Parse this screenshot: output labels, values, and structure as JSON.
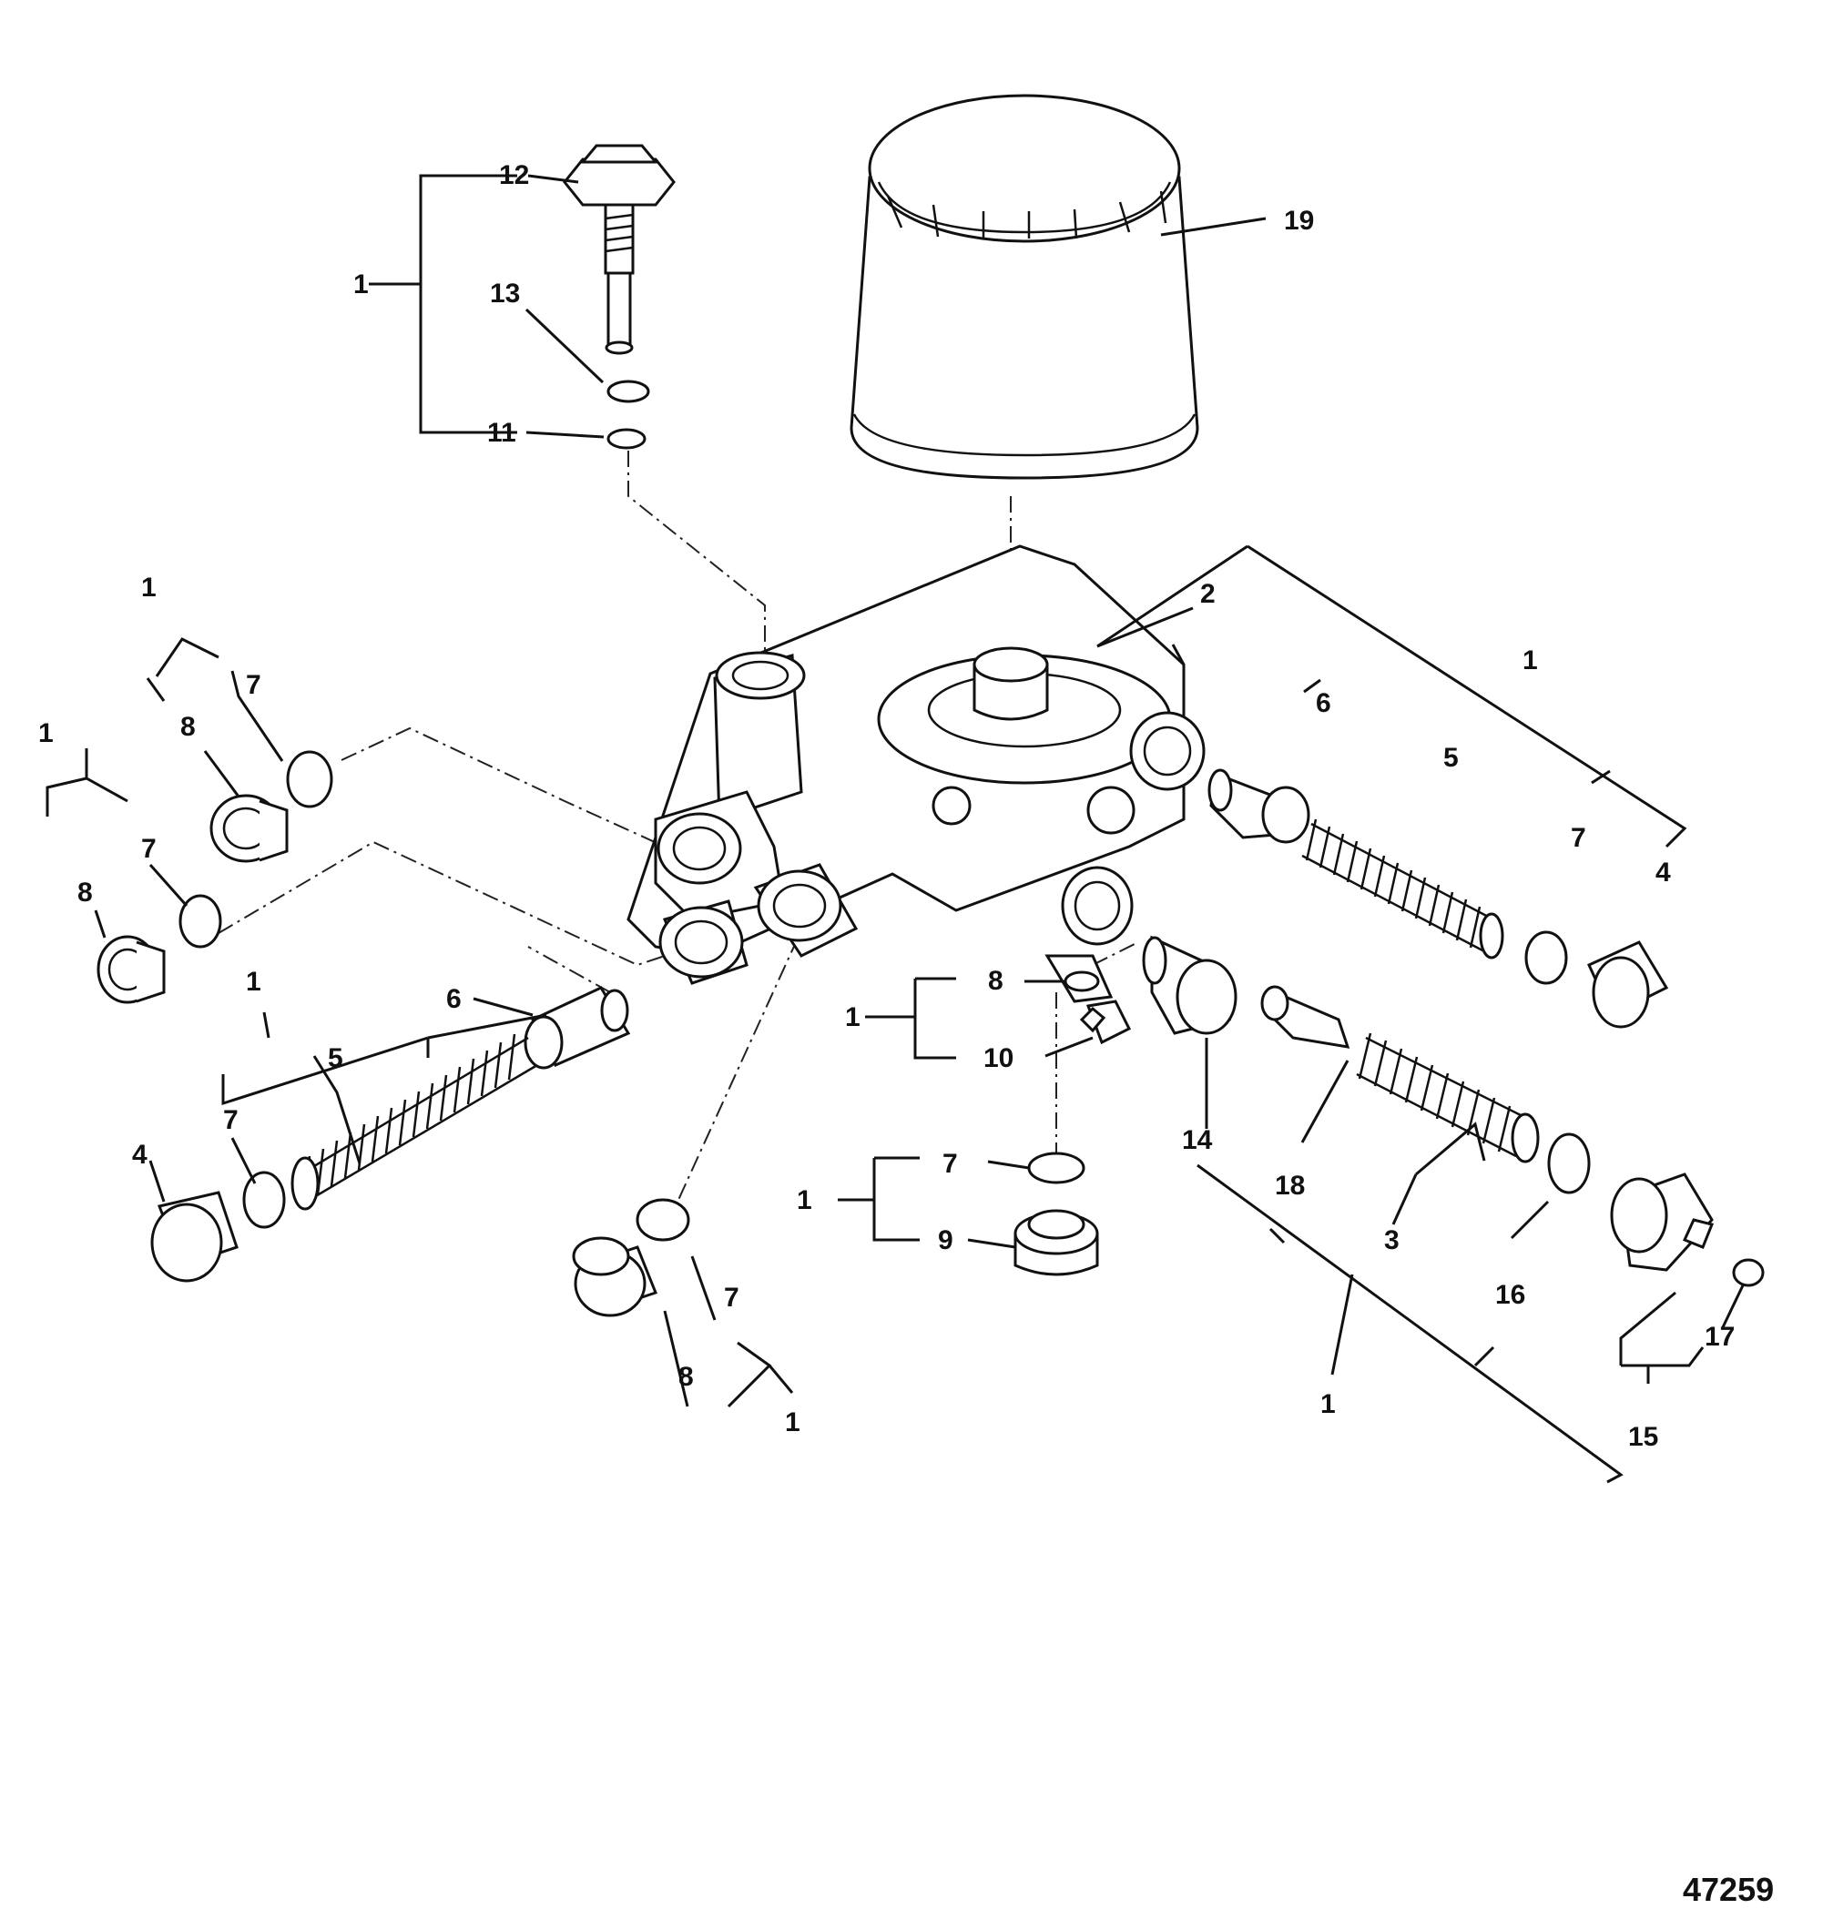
{
  "diagram": {
    "figure_id": "47259",
    "callouts": [
      {
        "id": "c-12",
        "text": "12"
      },
      {
        "id": "c-1-top",
        "text": "1"
      },
      {
        "id": "c-13",
        "text": "13"
      },
      {
        "id": "c-11",
        "text": "11"
      },
      {
        "id": "c-19",
        "text": "19"
      },
      {
        "id": "c-2",
        "text": "2"
      },
      {
        "id": "c-1-left-upper",
        "text": "1"
      },
      {
        "id": "c-7-left-upper",
        "text": "7"
      },
      {
        "id": "c-8-left-upper",
        "text": "8"
      },
      {
        "id": "c-1-left-mid",
        "text": "1"
      },
      {
        "id": "c-7-left-mid",
        "text": "7"
      },
      {
        "id": "c-8-left-mid",
        "text": "8"
      },
      {
        "id": "c-6-right",
        "text": "6"
      },
      {
        "id": "c-1-right",
        "text": "1"
      },
      {
        "id": "c-5-right",
        "text": "5"
      },
      {
        "id": "c-7-right",
        "text": "7"
      },
      {
        "id": "c-4-right",
        "text": "4"
      },
      {
        "id": "c-1-left-lower",
        "text": "1"
      },
      {
        "id": "c-6-left",
        "text": "6"
      },
      {
        "id": "c-5-left",
        "text": "5"
      },
      {
        "id": "c-7-left-lower",
        "text": "7"
      },
      {
        "id": "c-4-left",
        "text": "4"
      },
      {
        "id": "c-8-center",
        "text": "8"
      },
      {
        "id": "c-1-center",
        "text": "1"
      },
      {
        "id": "c-10",
        "text": "10"
      },
      {
        "id": "c-14",
        "text": "14"
      },
      {
        "id": "c-18",
        "text": "18"
      },
      {
        "id": "c-3",
        "text": "3"
      },
      {
        "id": "c-16",
        "text": "16"
      },
      {
        "id": "c-7-bottom-center",
        "text": "7"
      },
      {
        "id": "c-1-bottom-center",
        "text": "1"
      },
      {
        "id": "c-9",
        "text": "9"
      },
      {
        "id": "c-7-bottom",
        "text": "7"
      },
      {
        "id": "c-8-bottom",
        "text": "8"
      },
      {
        "id": "c-1-bottom",
        "text": "1"
      },
      {
        "id": "c-1-bottom-right",
        "text": "1"
      },
      {
        "id": "c-15",
        "text": "15"
      },
      {
        "id": "c-17",
        "text": "17"
      }
    ]
  }
}
